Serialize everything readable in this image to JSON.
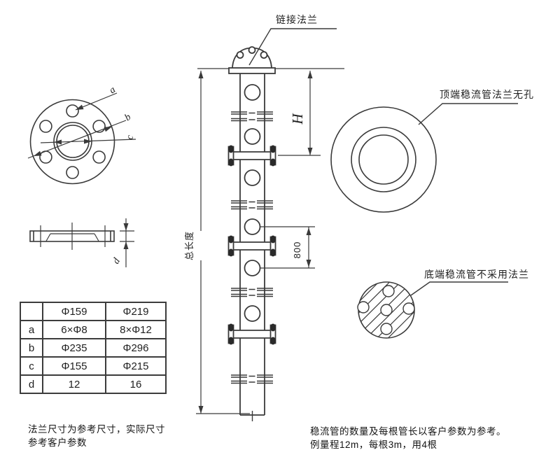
{
  "callouts": {
    "link_flange": "链接法兰",
    "top_pipe_flange": "顶端稳流管法兰无孔",
    "bottom_pipe_flange": "底端稳流管不采用法兰"
  },
  "dimensions": {
    "total_length": "总长度",
    "h": "H",
    "spacing": "800",
    "a": "a",
    "b": "b",
    "c": "c",
    "d": "d"
  },
  "flange_table": {
    "rows": [
      [
        "",
        "Φ159",
        "Φ219"
      ],
      [
        "a",
        "6×Φ8",
        "8×Φ12"
      ],
      [
        "b",
        "Φ235",
        "Φ296"
      ],
      [
        "c",
        "Φ155",
        "Φ215"
      ],
      [
        "d",
        "12",
        "16"
      ]
    ]
  },
  "notes": {
    "flange_note": [
      "法兰尺寸为参考尺寸，实际尺寸",
      "参考客户参数"
    ],
    "pipe_note": [
      "稳流管的数量及每根管长以客户参数为参考。",
      "例量程12m，每根3m，用4根"
    ]
  },
  "colors": {
    "line": "#3a3a3a",
    "text": "#1a1a1a",
    "background": "#ffffff"
  }
}
